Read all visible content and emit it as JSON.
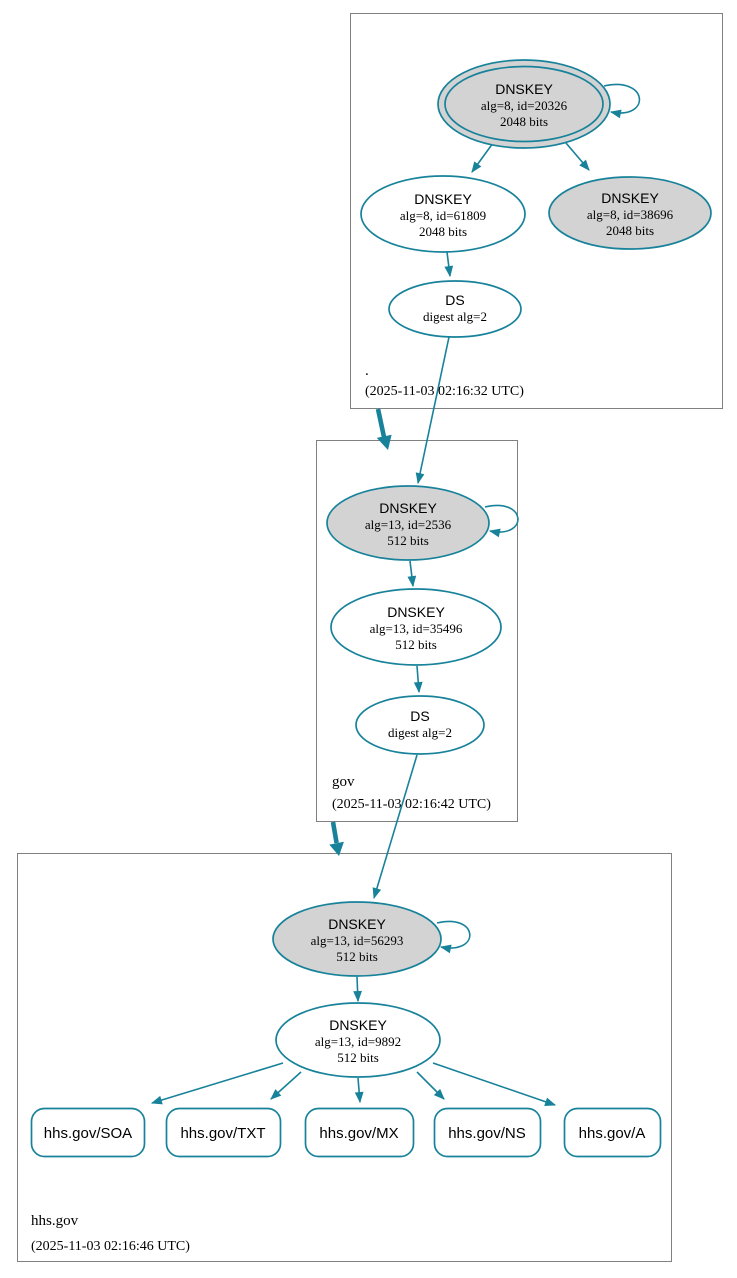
{
  "colors": {
    "secure_edge_teal": "#17829a",
    "key_node_gray_fill": "#d3d3d3",
    "node_white_fill": "#ffffff",
    "zone_box_border_gray": "#808080"
  },
  "zones": {
    "root": {
      "label": ".",
      "timestamp": "(2025-11-03 02:16:32 UTC)",
      "ksk": {
        "title": "DNSKEY",
        "detail": "alg=8, id=20326",
        "bits": "2048 bits"
      },
      "zsk": {
        "title": "DNSKEY",
        "detail": "alg=8, id=61809",
        "bits": "2048 bits"
      },
      "key2": {
        "title": "DNSKEY",
        "detail": "alg=8, id=38696",
        "bits": "2048 bits"
      },
      "ds": {
        "title": "DS",
        "detail": "digest alg=2"
      }
    },
    "gov": {
      "label": "gov",
      "timestamp": "(2025-11-03 02:16:42 UTC)",
      "ksk": {
        "title": "DNSKEY",
        "detail": "alg=13, id=2536",
        "bits": "512 bits"
      },
      "zsk": {
        "title": "DNSKEY",
        "detail": "alg=13, id=35496",
        "bits": "512 bits"
      },
      "ds": {
        "title": "DS",
        "detail": "digest alg=2"
      }
    },
    "hhs": {
      "label": "hhs.gov",
      "timestamp": "(2025-11-03 02:16:46 UTC)",
      "ksk": {
        "title": "DNSKEY",
        "detail": "alg=13, id=56293",
        "bits": "512 bits"
      },
      "zsk": {
        "title": "DNSKEY",
        "detail": "alg=13, id=9892",
        "bits": "512 bits"
      },
      "rrsets": [
        {
          "label": "hhs.gov/SOA"
        },
        {
          "label": "hhs.gov/TXT"
        },
        {
          "label": "hhs.gov/MX"
        },
        {
          "label": "hhs.gov/NS"
        },
        {
          "label": "hhs.gov/A"
        }
      ]
    }
  }
}
